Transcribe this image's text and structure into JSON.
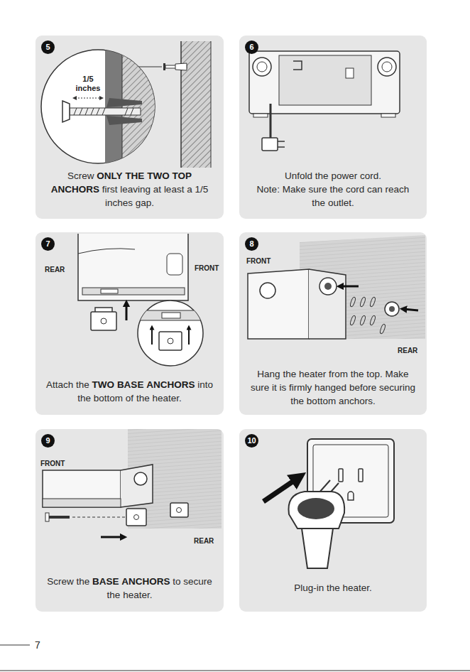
{
  "diagram": {
    "nodes": [
      {
        "text": [
          "Screw ONLY THE TWO TOP ANCHORS first leaving at least a 1/5 inches gap."
        ]
      },
      {
        "text": [
          "5"
        ],
        "in": 0
      },
      {
        "text": [
          "Unfold the power cord.",
          "Note: Make sure the cord can reach the outlet."
        ]
      },
      {
        "text": [
          "6"
        ],
        "in": 2
      },
      {
        "text": [
          "Attach the TWO BASE ANCHORS into the bottom of the heater."
        ]
      },
      {
        "text": [
          "7"
        ],
        "in": 4
      },
      {
        "text": [
          "Hang the heater from the top. Make sure it is firmly hanged before securing the bottom anchors."
        ]
      },
      {
        "text": [
          "8"
        ],
        "in": 6
      },
      {
        "text": [
          "Screw the BASE ANCHORS to secure the heater."
        ]
      },
      {
        "text": [
          "9"
        ],
        "in": 8
      },
      {
        "text": [
          "Plug-in the heater."
        ]
      },
      {
        "text": [
          "10"
        ],
        "in": 10
      }
    ],
    "labels": [
      "1/5 inches",
      "REAR",
      "FRONT",
      "FRONT",
      "REAR",
      "FRONT",
      "REAR",
      "7"
    ]
  }
}
